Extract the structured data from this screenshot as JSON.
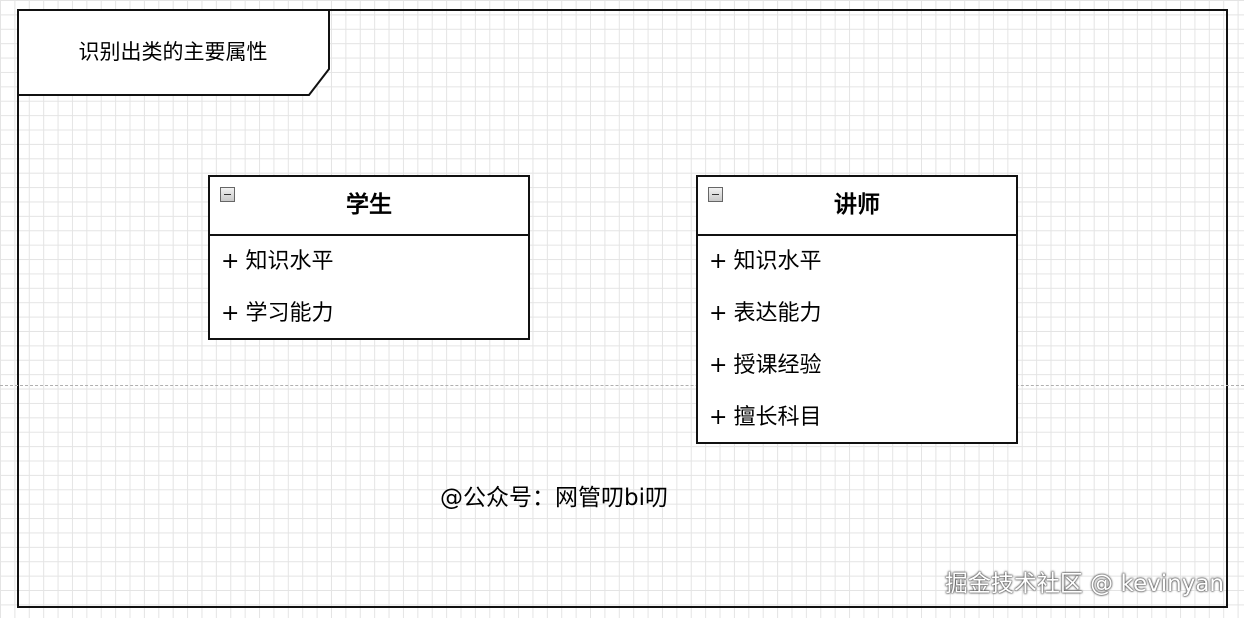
{
  "diagram": {
    "title": "识别出类的主要属性",
    "classes": [
      {
        "name": "学生",
        "attributes": [
          "知识水平",
          "学习能力"
        ]
      },
      {
        "name": "讲师",
        "attributes": [
          "知识水平",
          "表达能力",
          "授课经验",
          "擅长科目"
        ]
      }
    ],
    "attribute_prefix": "+",
    "caption": "@公众号：网管叨bi叨"
  },
  "watermark": "掘金技术社区 @ kevinyan"
}
